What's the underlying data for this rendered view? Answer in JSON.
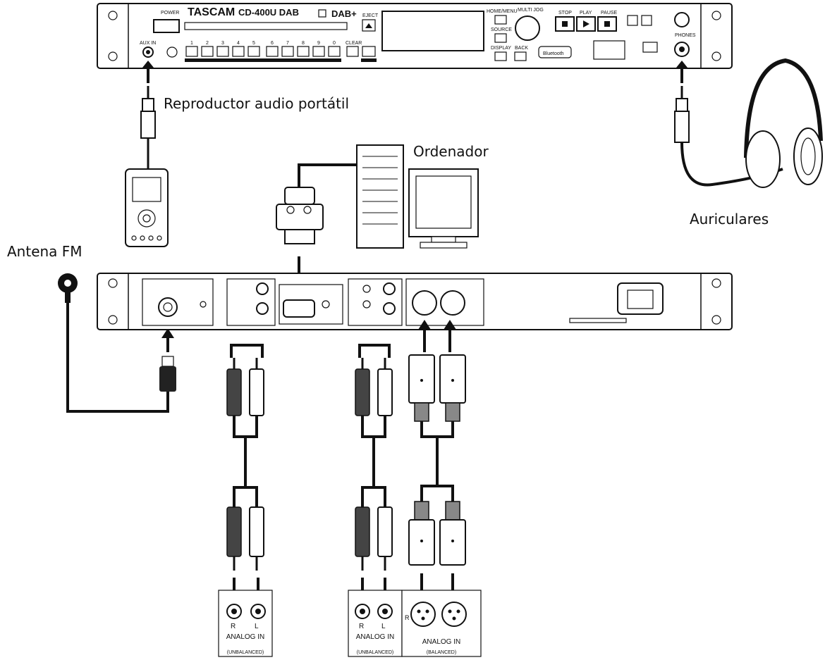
{
  "labels": {
    "portable_player": "Reproductor audio portátil",
    "computer": "Ordenador",
    "headphones": "Auriculares",
    "fm_antenna": "Antena FM"
  },
  "front_panel": {
    "brand": "TASCAM",
    "model": "CD-400U DAB",
    "power": "POWER",
    "aux_in": "AUX IN",
    "eject": "EJECT",
    "keys": [
      "1",
      "2",
      "3",
      "4",
      "5",
      "6",
      "7",
      "8",
      "9",
      "0"
    ],
    "clear": "CLEAR",
    "home_menu": "HOME/MENU",
    "source": "SOURCE",
    "display": "DISPLAY",
    "multi_jog": "MULTI JOG",
    "back": "BACK",
    "stop": "STOP",
    "play": "PLAY",
    "pause": "PAUSE",
    "phones": "PHONES",
    "bluetooth": "Bluetooth"
  },
  "connector_panels": {
    "unbalanced_a": {
      "r": "R",
      "l": "L",
      "title": "ANALOG IN",
      "sub": "(UNBALANCED)"
    },
    "unbalanced_b": {
      "r": "R",
      "l": "L",
      "title": "ANALOG IN",
      "sub": "(UNBALANCED)"
    },
    "balanced": {
      "r": "R",
      "title": "ANALOG IN",
      "sub": "(BALANCED)"
    }
  },
  "colors": {
    "line": "#111111",
    "red_plug": "#444444",
    "background": "#ffffff"
  }
}
